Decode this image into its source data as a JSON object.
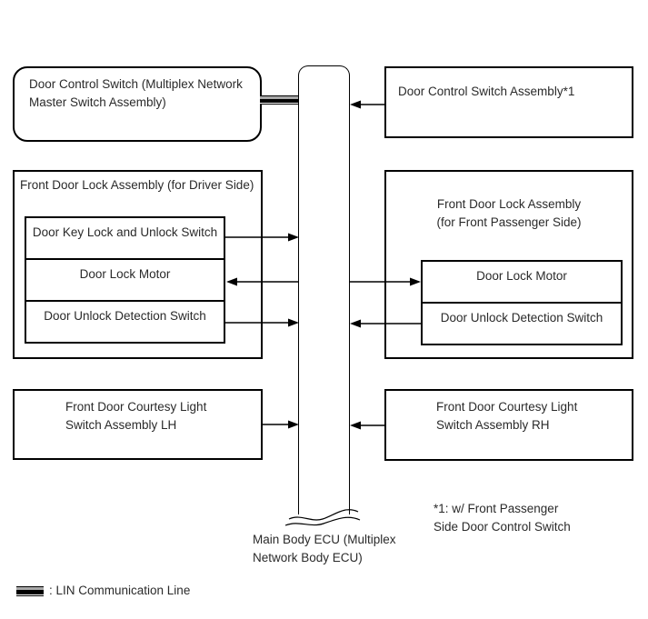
{
  "nodes": {
    "master_switch": {
      "label": "Door Control Switch (Multiplex Network\nMaster Switch Assembly)"
    },
    "door_control_switch_assembly": {
      "label": "Door Control Switch Assembly*1"
    },
    "driver_assembly": {
      "title": "Front Door Lock Assembly (for Driver Side)",
      "components": [
        "Door Key Lock and Unlock Switch",
        "Door Lock Motor",
        "Door Unlock Detection Switch"
      ]
    },
    "passenger_assembly": {
      "title": "Front Door Lock Assembly\n(for Front Passenger Side)",
      "components": [
        "Door Lock Motor",
        "Door Unlock Detection Switch"
      ]
    },
    "courtesy_lh": {
      "label": "Front Door Courtesy Light\nSwitch Assembly LH"
    },
    "courtesy_rh": {
      "label": "Front Door Courtesy Light\nSwitch Assembly RH"
    },
    "main_body_ecu": {
      "label": "Main Body ECU (Multiplex\nNetwork Body ECU)"
    }
  },
  "footnote": "*1: w/ Front Passenger\nSide Door Control Switch",
  "legend": {
    "label": ": LIN Communication Line"
  },
  "colors": {
    "line": "#000000",
    "text": "#2a2a2a",
    "background": "#ffffff",
    "lin_stripe_gray": "#a9a9a9"
  }
}
